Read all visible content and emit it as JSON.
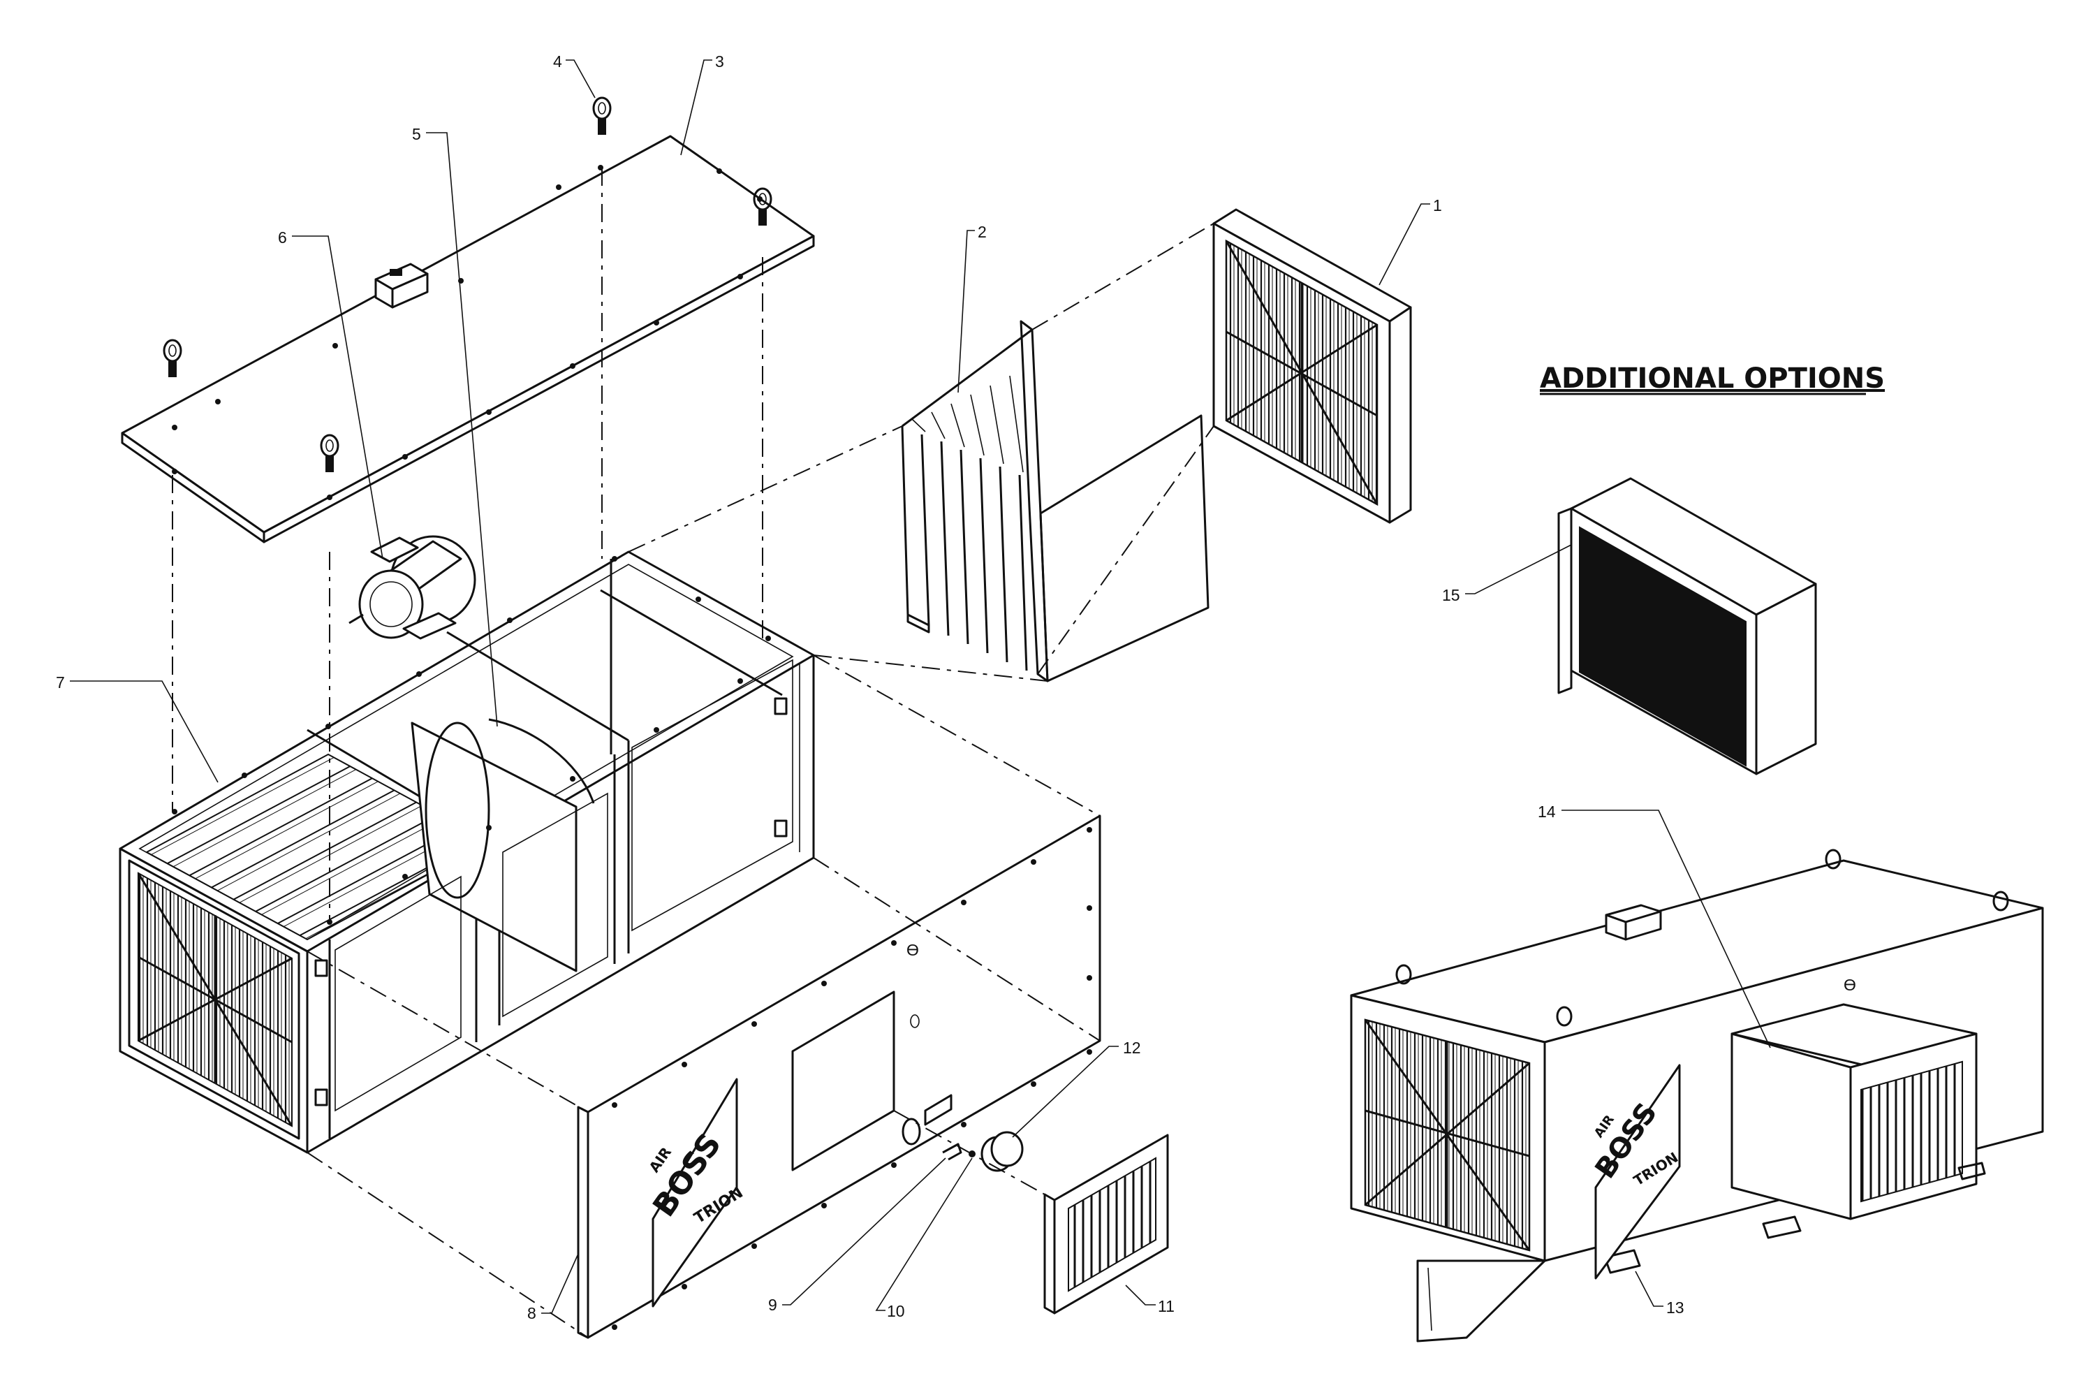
{
  "heading": "ADDITIONAL OPTIONS",
  "logo": {
    "line1": "AIR",
    "line2": "BOSS",
    "line3": "TRION"
  },
  "callouts": [
    "1",
    "2",
    "3",
    "4",
    "5",
    "6",
    "7",
    "8",
    "9",
    "10",
    "11",
    "12",
    "13",
    "14",
    "15"
  ]
}
